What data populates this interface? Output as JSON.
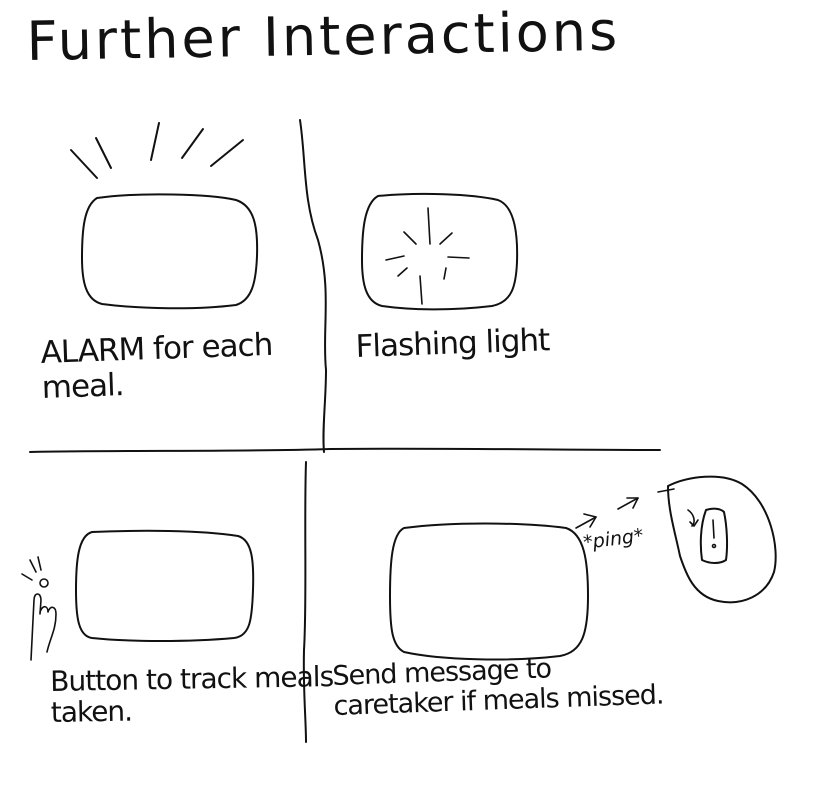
{
  "title": "Further Interactions",
  "panels": {
    "alarm": {
      "caption_line1": "ALARM for each",
      "caption_line2": "meal."
    },
    "flash": {
      "caption": "Flashing light"
    },
    "button": {
      "caption_line1": "Button to track meals",
      "caption_line2": "taken."
    },
    "message": {
      "caption_line1": "Send message to",
      "caption_line2": "caretaker if meals missed.",
      "ping": "*ping*"
    }
  },
  "colors": {
    "ink": "#111111",
    "paper": "#ffffff"
  }
}
